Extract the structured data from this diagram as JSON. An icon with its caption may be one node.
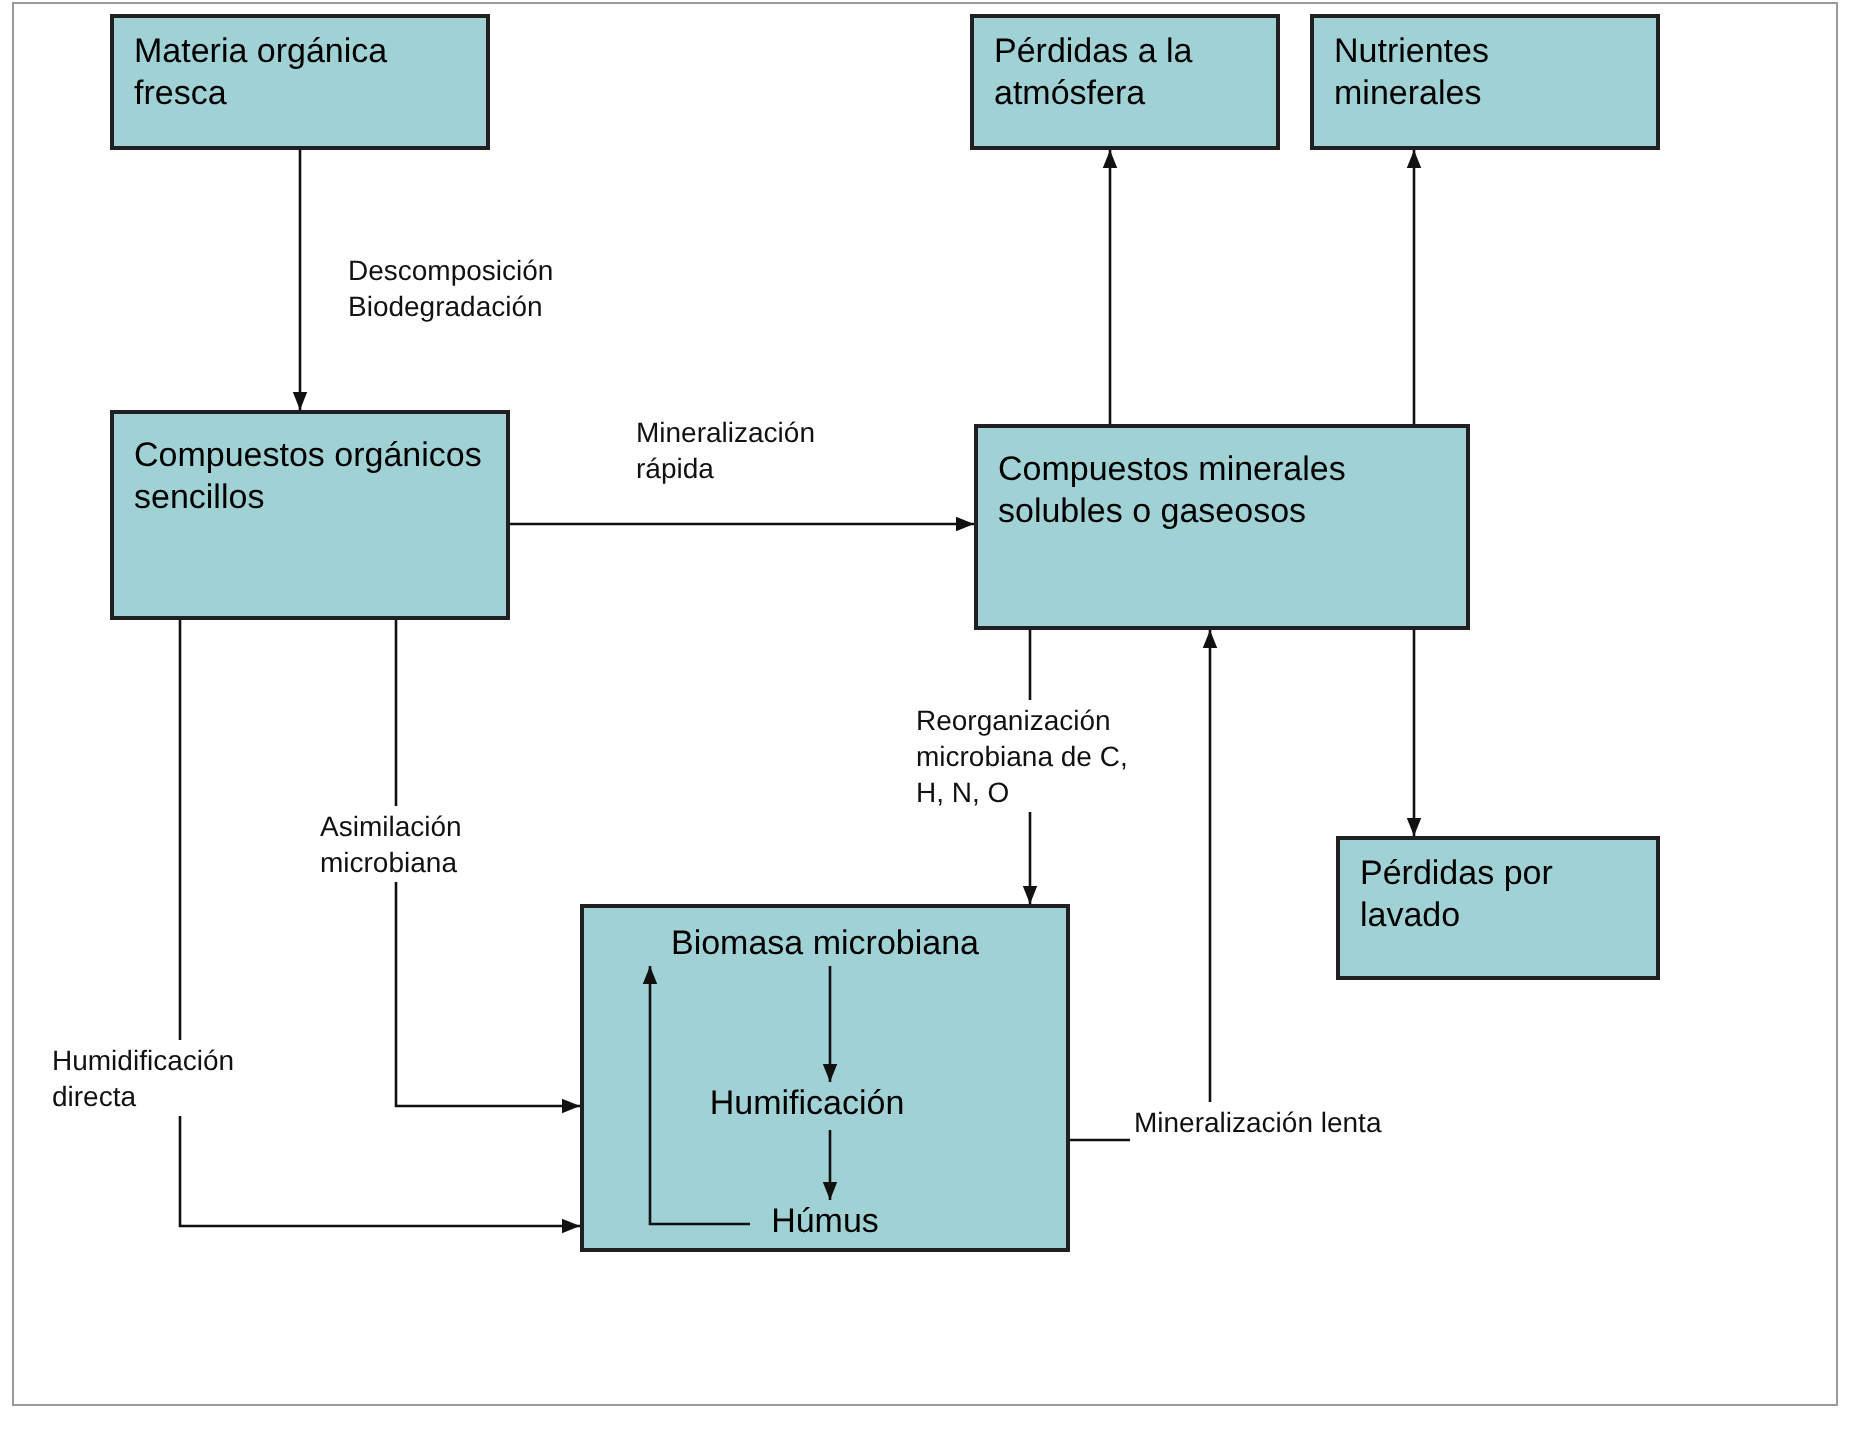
{
  "diagram": {
    "nodes": [
      {
        "text": [
          "Materia orgánica fresca"
        ]
      },
      {
        "text": [
          "Compuestos orgánicos sencillos"
        ]
      },
      {
        "text": [
          "Pérdidas a la atmósfera"
        ]
      },
      {
        "text": [
          "Nutrientes minerales"
        ]
      },
      {
        "text": [
          "Compuestos minerales solubles o gaseosos"
        ]
      },
      {
        "text": [
          "Pérdidas por lavado"
        ]
      },
      {
        "text": [],
        "shape": "box"
      },
      {
        "text": [
          "Biomasa microbiana"
        ],
        "in": 6
      },
      {
        "text": [
          "Humificación"
        ],
        "in": 6
      },
      {
        "text": [
          "Húmus"
        ],
        "in": 6
      }
    ],
    "edges": [
      {
        "from": 0,
        "to": 1,
        "arrow": "to",
        "label": "Descomposición Biodegradación"
      },
      {
        "from": 1,
        "to": 4,
        "arrow": "to",
        "label": "Mineralización rápida"
      },
      {
        "from": 4,
        "to": 2,
        "arrow": "to"
      },
      {
        "from": 4,
        "to": 3,
        "arrow": "to"
      },
      {
        "from": 4,
        "to": 5,
        "arrow": "to"
      },
      {
        "from": 4,
        "to": 6,
        "arrow": "to",
        "label": "Reorganización microbiana de C, H, N, O"
      },
      {
        "from": 1,
        "to": 6,
        "arrow": "to",
        "label": "Asimilación microbiana"
      },
      {
        "from": 1,
        "to": 6,
        "arrow": "to",
        "label": "Humidificación directa"
      },
      {
        "from": 6,
        "to": 4,
        "arrow": "to",
        "label": "Mineralización lenta"
      },
      {
        "from": 7,
        "to": 8,
        "arrow": "to"
      },
      {
        "from": 8,
        "to": 9,
        "arrow": "to"
      },
      {
        "from": 9,
        "to": 7,
        "arrow": "to"
      }
    ]
  }
}
